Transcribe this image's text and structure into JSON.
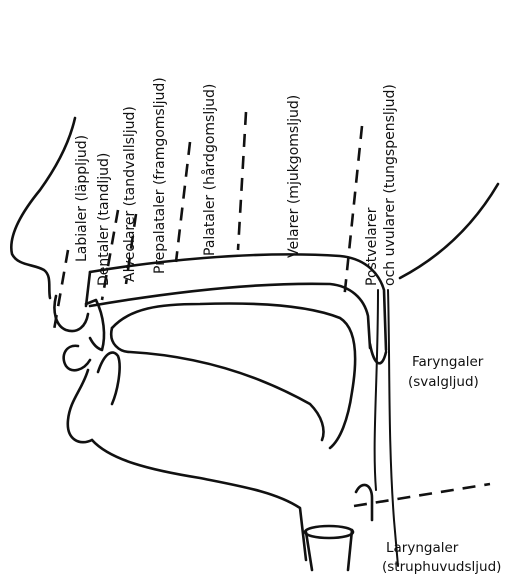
{
  "labels": {
    "labialer": "Labialer (läppljud)",
    "dentaler": "Dentaler (tandljud)",
    "alveolarer": "Alveolarer (tandvallsljud)",
    "prepalataler": "Prepalataler (framgomsljud)",
    "palataler": "Palataler (hårdgomsljud)",
    "velarer": "Velarer (mjukgomsljud)",
    "postvelarer_1": "Postvelarer",
    "postvelarer_2": "och uvularer (tungspensljud)",
    "faryngaler_1": "Faryngaler",
    "faryngaler_2": "(svalgljud)",
    "laryngaler_1": "Laryngaler",
    "laryngaler_2": "(struphuvudsljud)"
  },
  "colors": {
    "ink": "#111111",
    "paper": "#ffffff"
  }
}
